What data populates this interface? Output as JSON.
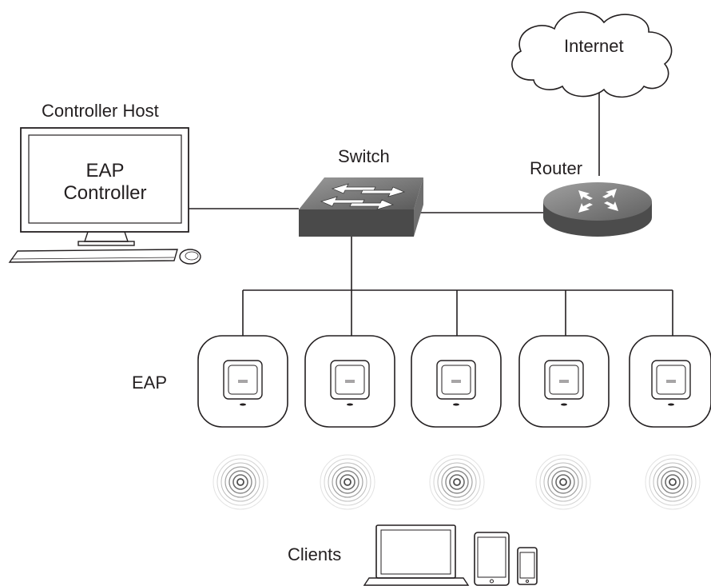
{
  "labels": {
    "internet": "Internet",
    "router": "Router",
    "switch": "Switch",
    "controller_host": "Controller Host",
    "controller_line1": "EAP",
    "controller_line2": "Controller",
    "eap": "EAP",
    "clients": "Clients"
  },
  "eap_count": 5,
  "colors": {
    "stroke": "#231f20",
    "device_dark": "#555555",
    "device_mid": "#8a8a8a",
    "device_light": "#bdbdbd",
    "background": "#ffffff"
  },
  "icons": [
    "cloud-icon",
    "router-icon",
    "switch-icon",
    "monitor-icon",
    "keyboard-icon",
    "mouse-icon",
    "access-point-icon",
    "wifi-signal-icon",
    "laptop-icon",
    "tablet-icon",
    "phone-icon"
  ]
}
